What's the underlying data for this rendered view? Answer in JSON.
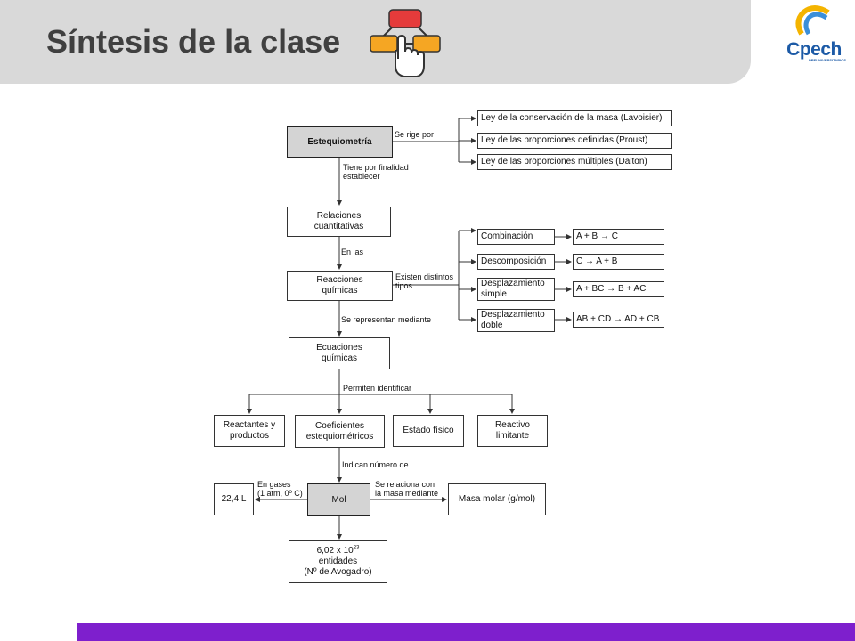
{
  "header": {
    "title": "Síntesis de la clase",
    "icon": "flowchart-hand-icon",
    "logo_text": "Cpech",
    "logo_subtext": "PREUNIVERSITARIOS"
  },
  "colors": {
    "header_bg": "#d9d9d9",
    "title_text": "#404040",
    "footer_bar": "#7e1fcd",
    "logo_blue": "#1c5aa6",
    "highlight_box": "#d4d4d4"
  },
  "diagram": {
    "nodes": {
      "estequiometria": "Estequiometría",
      "ley1": "Ley de la conservación de la masa (Lavoisier)",
      "ley2": "Ley de las proporciones definidas (Proust)",
      "ley3": "Ley de las proporciones múltiples (Dalton)",
      "relaciones": "Relaciones\ncuantitativas",
      "reacciones": "Reacciones\nquímicas",
      "combinacion": "Combinación",
      "descomposicion": "Descomposición",
      "desp_simple": "Desplazamiento\nsimple",
      "desp_doble": "Desplazamiento\ndoble",
      "eq_combinacion": "A + B → C",
      "eq_descomposicion": "C → A + B",
      "eq_desp_simple": "A + BC → B + AC",
      "eq_desp_doble": "AB + CD → AD + CB",
      "ecuaciones": "Ecuaciones\nquímicas",
      "reactantes": "Reactantes y\nproductos",
      "coeficientes": "Coeficientes\nestequiométricos",
      "estado": "Estado físico",
      "reactivo": "Reactivo\nlimitante",
      "mol": "Mol",
      "volumen": "22,4 L",
      "masa_molar": "Masa molar (g/mol)",
      "avogadro_base": "6,02 x 10",
      "avogadro_exp": "23",
      "avogadro_rest": "entidades\n(Nº de Avogadro)"
    },
    "edge_labels": {
      "se_rige": "Se rige por",
      "finalidad": "Tiene por finalidad\nestablecer",
      "en_las": "En las",
      "tipos": "Existen distintos\ntipos",
      "representan": "Se representan mediante",
      "permiten": "Permiten identificar",
      "indican": "Indican número de",
      "gases": "En gases\n(1 atm, 0º C)",
      "masa": "Se relaciona con\nla masa mediante"
    }
  }
}
